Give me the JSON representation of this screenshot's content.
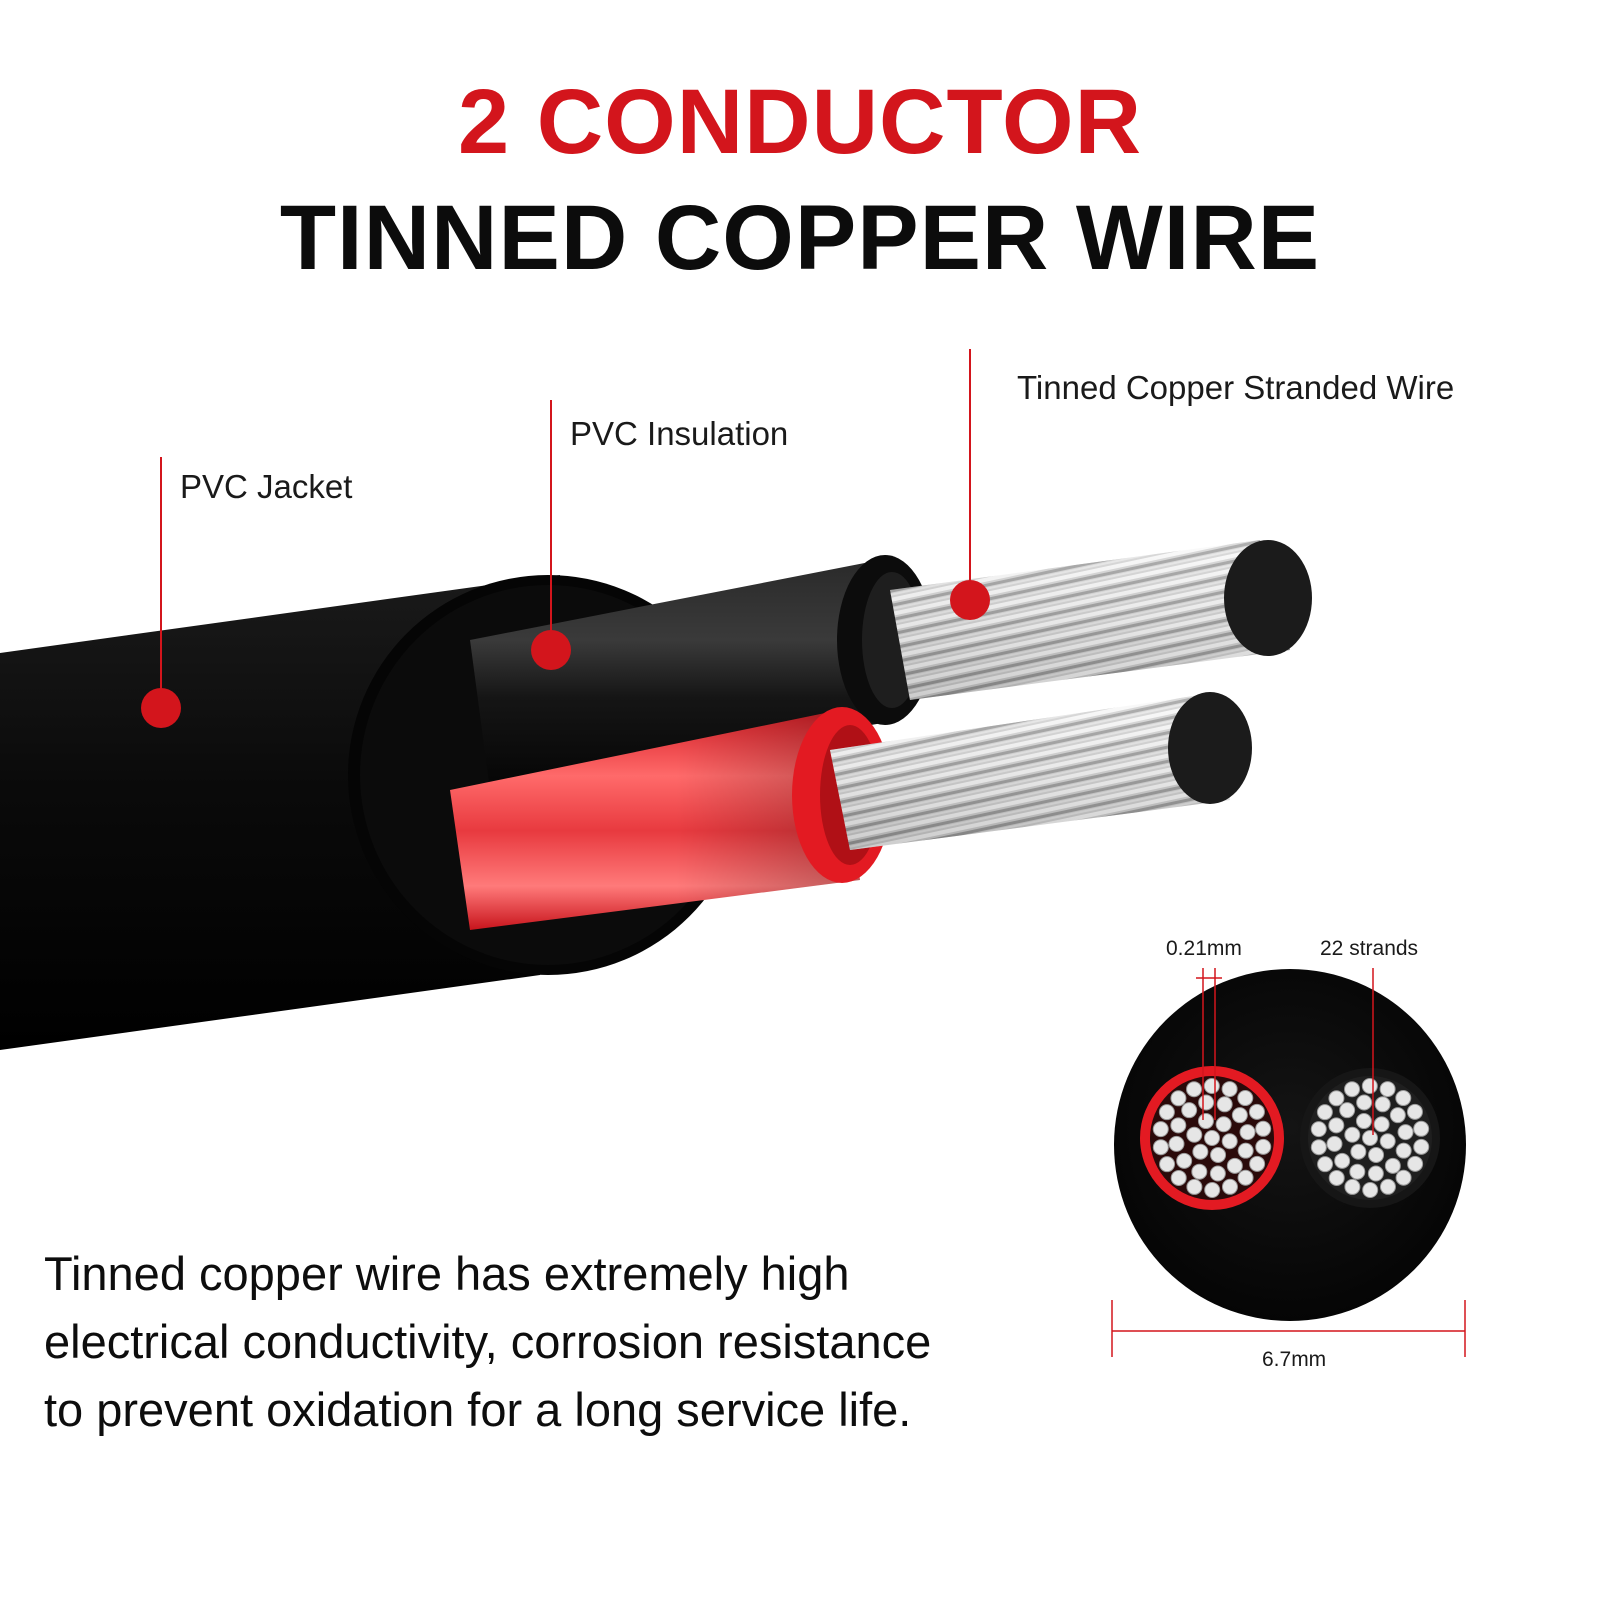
{
  "header": {
    "line1": "2 CONDUCTOR",
    "line2": "TINNED COPPER WIRE"
  },
  "callouts": {
    "jacket": "PVC Jacket",
    "insulation": "PVC Insulation",
    "stranded": "Tinned Copper Stranded Wire"
  },
  "cross_section": {
    "strand_diameter": "0.21mm",
    "strand_count": "22 strands",
    "outer_diameter": "6.7mm"
  },
  "description": {
    "line1": "Tinned copper wire has extremely high",
    "line2": "electrical conductivity, corrosion resistance",
    "line3": "to prevent oxidation for a long service life."
  },
  "colors": {
    "accent_red": "#d3151c",
    "jacket_black": "#0d0d0d",
    "strand_silver": "#dcdcdc"
  }
}
